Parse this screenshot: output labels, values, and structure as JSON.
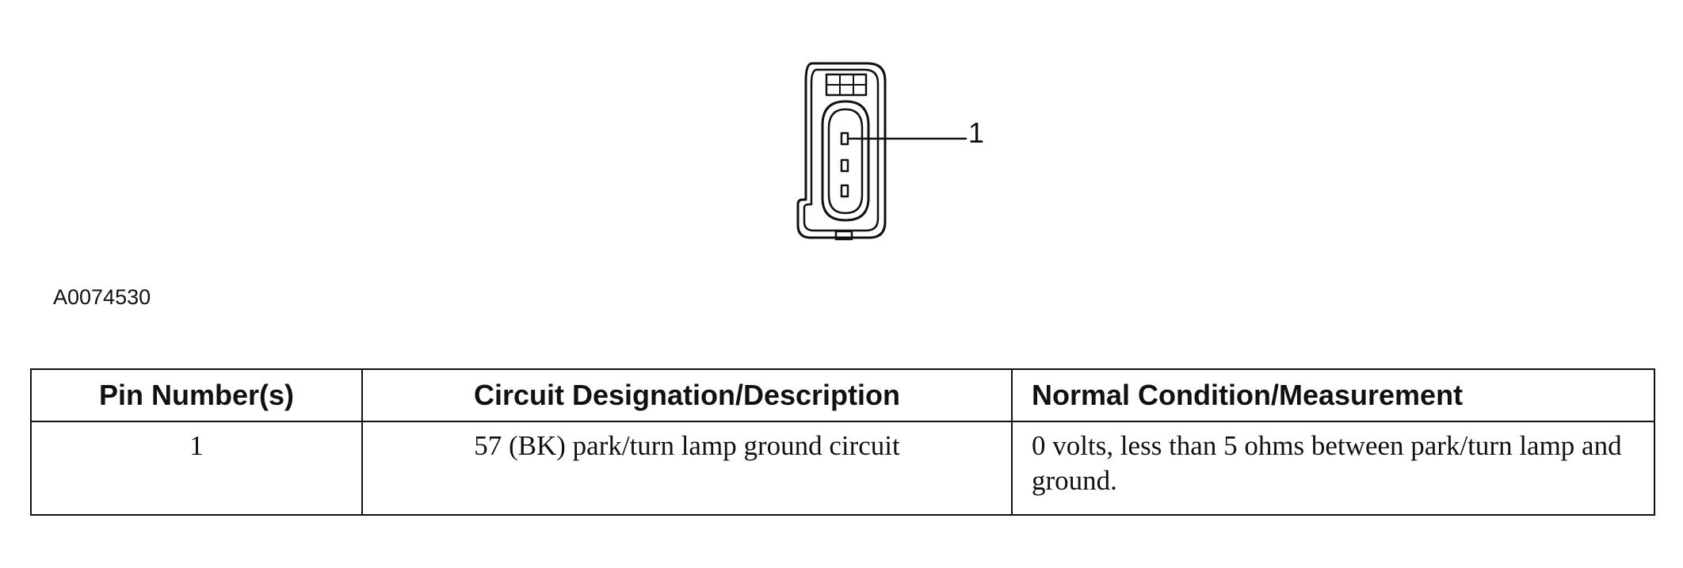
{
  "figure": {
    "callout": "1",
    "id": "A0074530"
  },
  "table": {
    "headers": {
      "pin": "Pin Number(s)",
      "circuit": "Circuit Designation/Description",
      "measurement": "Normal Condition/Measurement"
    },
    "rows": [
      {
        "pin": "1",
        "circuit": "57 (BK) park/turn lamp ground circuit",
        "measurement": "0 volts, less than 5 ohms between park/turn lamp and ground."
      }
    ]
  }
}
